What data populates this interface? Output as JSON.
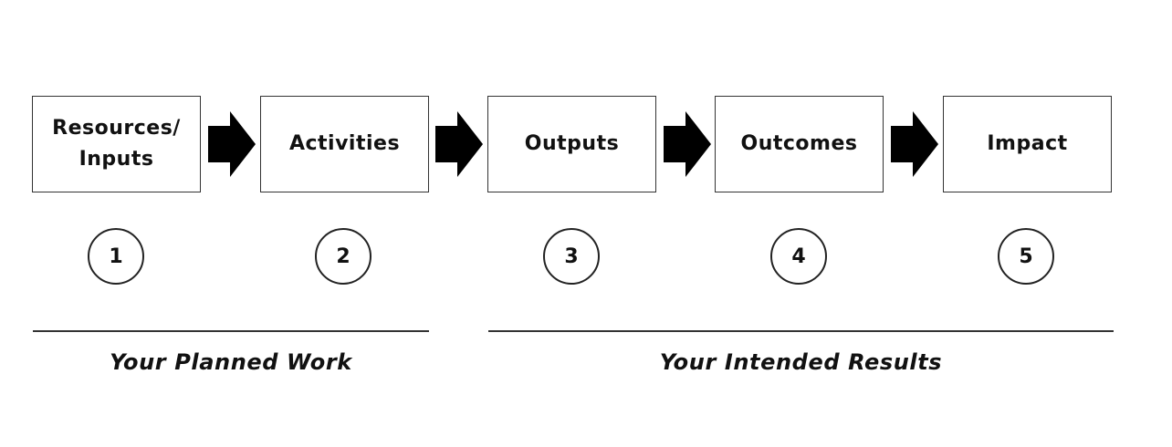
{
  "steps": [
    {
      "label": "Resources/\nInputs",
      "number": "1"
    },
    {
      "label": "Activities",
      "number": "2"
    },
    {
      "label": "Outputs",
      "number": "3"
    },
    {
      "label": "Outcomes",
      "number": "4"
    },
    {
      "label": "Impact",
      "number": "5"
    }
  ],
  "groups": [
    {
      "label": "Your Planned Work"
    },
    {
      "label": "Your Intended Results"
    }
  ],
  "colors": {
    "stroke": "#333333",
    "arrow_fill": "#000000",
    "background": "#ffffff"
  }
}
